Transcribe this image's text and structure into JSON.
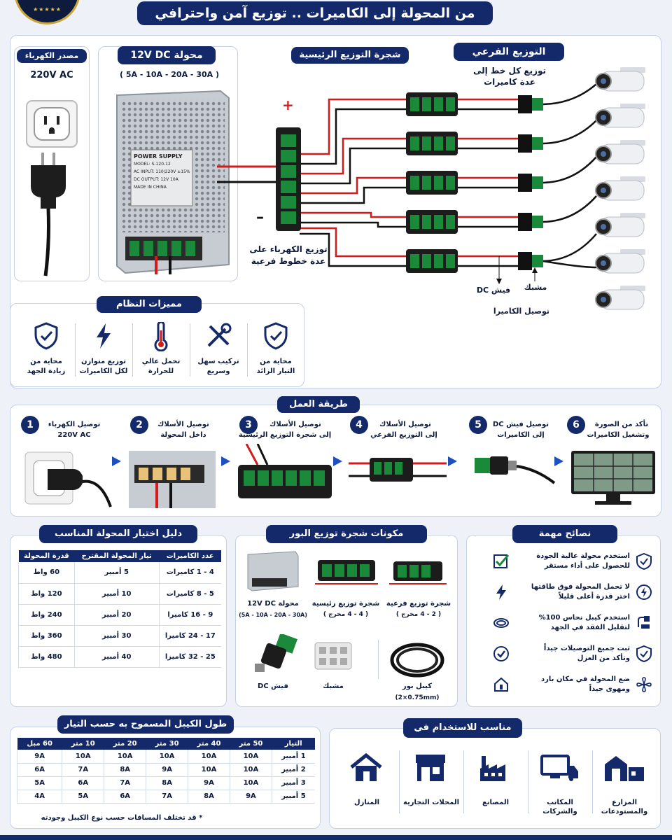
{
  "header": {
    "title": "من المحولة إلى الكاميرات .. توزيع آمن واحترافي"
  },
  "power_source": {
    "title": "مصدر الكهرباء",
    "voltage": "220V AC"
  },
  "psu": {
    "title": "محولة 12V DC",
    "ratings": "( 5A - 10A - 20A - 30A )",
    "label_lines": [
      "POWER SUPPLY",
      "MODEL: S-120-12",
      "AC INPUT: 110/220V ±15%",
      "DC OUTPUT: 12V 10A",
      "MADE IN CHINA"
    ]
  },
  "main_tree": {
    "title": "شجرة التوزيع الرئيسية",
    "plus": "+",
    "minus": "–",
    "caption_line1": "توزيع الكهرباء على",
    "caption_line2": "عدة خطوط فرعية"
  },
  "branch": {
    "title": "التوزيع الفرعي",
    "caption_line1": "توزيع كل خط إلى",
    "caption_line2": "عدة كاميرات"
  },
  "callouts": {
    "dc_plug": "فيش DC",
    "clip": "مشبك",
    "camera_connection": "توصيل الكاميرا"
  },
  "features": {
    "title": "مميزات النظام",
    "items": [
      {
        "icon": "shield-check-icon",
        "line1": "محاية من",
        "line2": "زيادة الجهد"
      },
      {
        "icon": "lightning-icon",
        "line1": "توزيع متوازن",
        "line2": "لكل الكاميرات"
      },
      {
        "icon": "thermometer-icon",
        "line1": "تحمل عالي",
        "line2": "للحرارة"
      },
      {
        "icon": "tools-icon",
        "line1": "تركيب سهل",
        "line2": "وسريع"
      },
      {
        "icon": "shield-check-icon",
        "line1": "محاية من",
        "line2": "التيار الزائد"
      }
    ]
  },
  "method": {
    "title": "طريقة العمل",
    "steps": [
      {
        "num": "1",
        "line1": "توصيل الكهرباء",
        "line2": "220V AC"
      },
      {
        "num": "2",
        "line1": "توصيل الأسلاك",
        "line2": "داخل المحولة"
      },
      {
        "num": "3",
        "line1": "توصيل الأسلاك",
        "line2": "إلى شجرة التوزيع الرئيسية"
      },
      {
        "num": "4",
        "line1": "توصيل الأسلاك",
        "line2": "إلى التوزيع الفرعي"
      },
      {
        "num": "5",
        "line1": "توصيل فيش DC",
        "line2": "إلى الكاميرات"
      },
      {
        "num": "6",
        "line1": "تأكد من الصورة",
        "line2": "وتشغيل الكاميرات"
      }
    ]
  },
  "guide": {
    "title": "دليل اختيار المحولة المناسب",
    "headers": [
      "عدد الكاميرات",
      "تيار المحولة المقترح",
      "قدرة المحولة"
    ],
    "rows": [
      [
        "4 - 1 كاميرات",
        "5 أمبير",
        "60 واط"
      ],
      [
        "5 - 8 كاميرات",
        "10 أمبير",
        "120 واط"
      ],
      [
        "9 - 16 كاميرا",
        "20 أمبير",
        "240 واط"
      ],
      [
        "17 - 24 كاميرا",
        "30 أمبير",
        "360 واط"
      ],
      [
        "25 - 32 كاميرا",
        "40 أمبير",
        "480 واط"
      ]
    ]
  },
  "components": {
    "title": "مكونات شجرة توزيع البور",
    "psu_name": "محولة 12V DC",
    "psu_ratings": "(5A - 10A - 20A - 30A)",
    "main_tree_name": "شجرة توزيع رئيسية",
    "main_tree_sub": "( 4 - 4 مخرج )",
    "branch_name": "شجرة توزيع فرعية",
    "branch_sub": "( 2 - 4 مخرج )",
    "dc_plug": "فيش DC",
    "clip": "مشبك",
    "cable_name": "كيبل بور",
    "cable_spec": "(2×0.75mm)"
  },
  "tips": {
    "title": "نصائح مهمة",
    "items": [
      {
        "line1": "استخدم محولة عالية الجودة",
        "line2": "للحصول على أداء مستقر"
      },
      {
        "line1": "لا تحمل المحولة فوق طاقتها",
        "line2": "اختر قدرة أعلى قليلاً"
      },
      {
        "line1": "استخدم كيبل نحاس 100%",
        "line2": "لتقليل الفقد في الجهد"
      },
      {
        "line1": "ثبت جميع التوصيلات جيداً",
        "line2": "وتأكد من العزل"
      },
      {
        "line1": "ضع المحولة في مكان بارد",
        "line2": "ومهوى جيداً"
      }
    ]
  },
  "cable": {
    "title": "طول الكيبل المسموح به حسب التيار",
    "headers": [
      "التيار",
      "50 متر",
      "40 متر",
      "30 متر",
      "20 متر",
      "10 متر",
      "60 مبل"
    ],
    "rows": [
      [
        "1 أمبير",
        "10A",
        "10A",
        "10A",
        "10A",
        "10A",
        "9A"
      ],
      [
        "2 أمبير",
        "10A",
        "10A",
        "9A",
        "8A",
        "7A",
        "6A"
      ],
      [
        "3 أمبير",
        "10A",
        "9A",
        "8A",
        "7A",
        "6A",
        "5A"
      ],
      [
        "5 أمبير",
        "9A",
        "8A",
        "7A",
        "6A",
        "5A",
        "4A"
      ]
    ],
    "note": "* قد تختلف المسافات حسب نوع الكيبل وجودته"
  },
  "usage": {
    "title": "مناسب للاستخدام في",
    "items": [
      {
        "icon": "house-icon",
        "label": "المنازل"
      },
      {
        "icon": "store-icon",
        "label": "المحلات التجارية"
      },
      {
        "icon": "factory-icon",
        "label": "المصانع"
      },
      {
        "icon": "office-icon",
        "label": "المكاتب والشركات"
      },
      {
        "icon": "farm-icon",
        "label": "المزارع والمستودعات"
      }
    ]
  },
  "colors": {
    "navy": "#13296a",
    "red": "#d21b1b",
    "green": "#1a8a3a",
    "accent": "#1d4fc0"
  }
}
